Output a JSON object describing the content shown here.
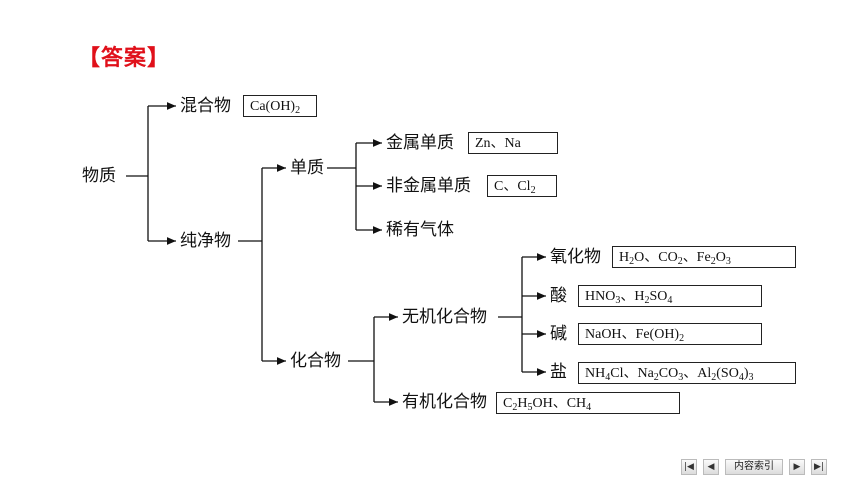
{
  "title": "【答案】",
  "nodes": {
    "matter": "物质",
    "mixture": "混合物",
    "pure": "纯净物",
    "element": "单质",
    "metal": "金属单质",
    "nonmetal": "非金属单质",
    "noble_gas": "稀有气体",
    "compound": "化合物",
    "inorganic": "无机化合物",
    "organic": "有机化合物",
    "oxide": "氧化物",
    "acid": "酸",
    "base": "碱",
    "salt": "盐"
  },
  "answers": {
    "mixture": [
      [
        "Ca(OH)",
        ""
      ],
      [
        "2",
        "sub"
      ]
    ],
    "metal": [
      [
        "Zn、Na",
        ""
      ]
    ],
    "nonmetal": [
      [
        "C、Cl",
        ""
      ],
      [
        "2",
        "sub"
      ]
    ],
    "oxide": [
      [
        "H",
        ""
      ],
      [
        "2",
        "sub"
      ],
      [
        "O、CO",
        ""
      ],
      [
        "2",
        "sub"
      ],
      [
        "、Fe",
        ""
      ],
      [
        "2",
        "sub"
      ],
      [
        "O",
        ""
      ],
      [
        "3",
        "sub"
      ]
    ],
    "acid": [
      [
        "HNO",
        ""
      ],
      [
        "3",
        "sub"
      ],
      [
        "、H",
        ""
      ],
      [
        "2",
        "sub"
      ],
      [
        "SO",
        ""
      ],
      [
        "4",
        "sub"
      ]
    ],
    "base": [
      [
        "NaOH、Fe(OH)",
        ""
      ],
      [
        "2",
        "sub"
      ]
    ],
    "salt": [
      [
        "NH",
        ""
      ],
      [
        "4",
        "sub"
      ],
      [
        "Cl、Na",
        ""
      ],
      [
        "2",
        "sub"
      ],
      [
        "CO",
        ""
      ],
      [
        "3",
        "sub"
      ],
      [
        "、Al",
        ""
      ],
      [
        "2",
        "sub"
      ],
      [
        "(SO",
        ""
      ],
      [
        "4",
        "sub"
      ],
      [
        ")",
        ""
      ],
      [
        "3",
        "sub"
      ]
    ],
    "organic": [
      [
        "C",
        ""
      ],
      [
        "2",
        "sub"
      ],
      [
        "H",
        ""
      ],
      [
        "5",
        "sub"
      ],
      [
        "OH、CH",
        ""
      ],
      [
        "4",
        "sub"
      ]
    ]
  },
  "nav": {
    "first_icon": "first-page-icon",
    "prev_icon": "prev-page-icon",
    "index_label": "内容索引",
    "next_icon": "next-page-icon",
    "last_icon": "last-page-icon"
  }
}
